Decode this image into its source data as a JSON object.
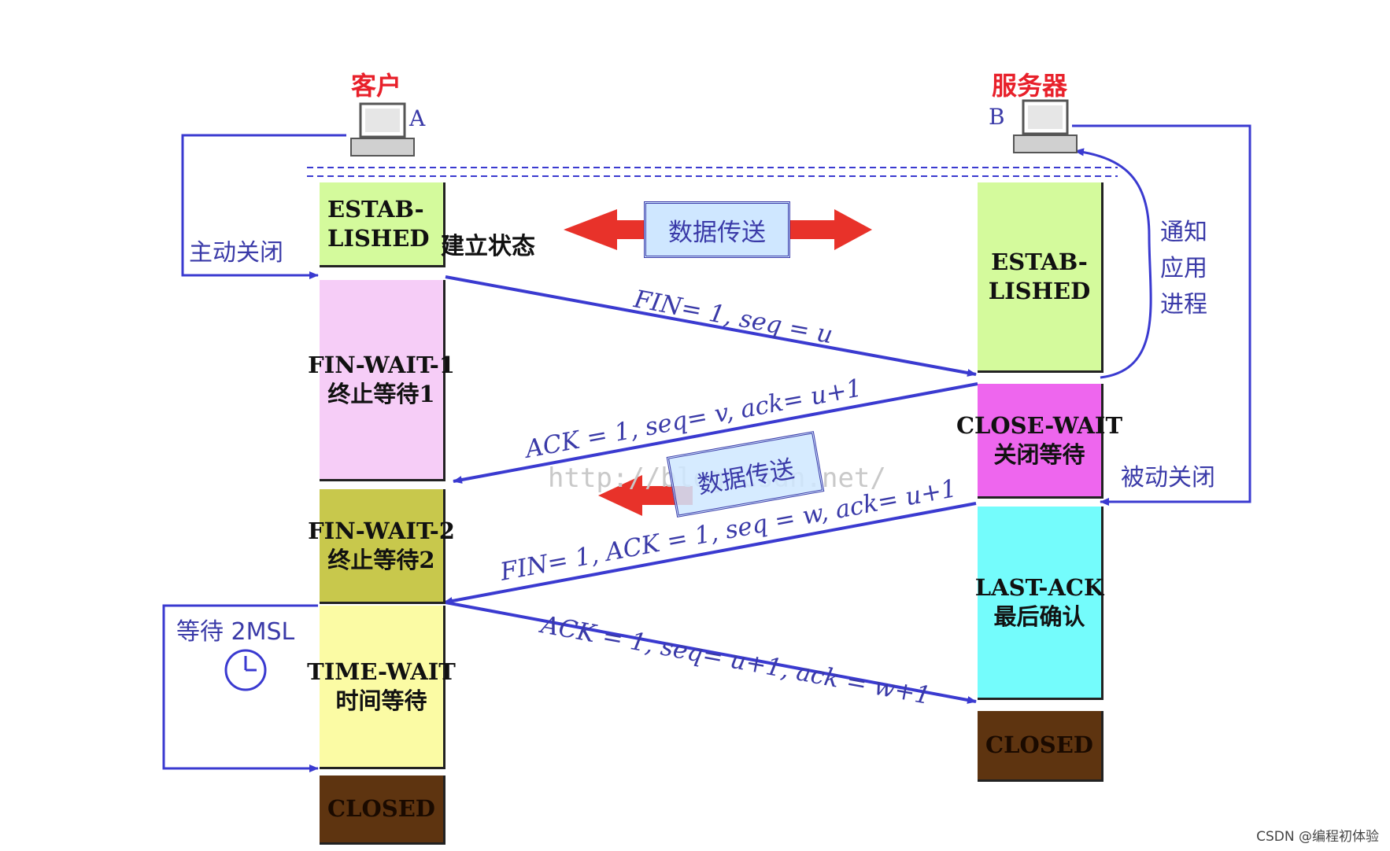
{
  "client": {
    "title": "客户",
    "host_label": "A"
  },
  "server": {
    "title": "服务器",
    "host_label": "B"
  },
  "client_states": {
    "established": {
      "line1": "ESTAB-",
      "line2": "LISHED",
      "suffix": "建立状态",
      "color": "#d4fa9c"
    },
    "fin_wait_1": {
      "line1": "FIN-WAIT-1",
      "line2": "终止等待1",
      "color": "#f6cdf7"
    },
    "fin_wait_2": {
      "line1": "FIN-WAIT-2",
      "line2": "终止等待2",
      "color": "#c8c84c"
    },
    "time_wait": {
      "line1": "TIME-WAIT",
      "line2": "时间等待",
      "color": "#fbfba4"
    },
    "closed": {
      "line1": "CLOSED",
      "color": "#5e3410"
    }
  },
  "server_states": {
    "established": {
      "line1": "ESTAB-",
      "line2": "LISHED",
      "color": "#d4fa9c"
    },
    "close_wait": {
      "line1": "CLOSE-WAIT",
      "line2": "关闭等待",
      "color": "#ee66ee"
    },
    "last_ack": {
      "line1": "LAST-ACK",
      "line2": "最后确认",
      "color": "#74fcfc"
    },
    "closed": {
      "line1": "CLOSED",
      "color": "#5e3410"
    }
  },
  "messages": {
    "fin1": "FIN= 1, seq = u",
    "ack1": "ACK = 1, seq= v, ack= u+1",
    "fin2": "FIN= 1, ACK = 1, seq = w, ack= u+1",
    "ack2": "ACK = 1, seq= u+1, ack = w+1"
  },
  "labels": {
    "active_close": "主动关闭",
    "passive_close": "被动关闭",
    "notify_app": [
      "通知",
      "应用",
      "进程"
    ],
    "wait_2msl": "等待 2MSL",
    "data_transfer_1": "数据传送",
    "data_transfer_2": "数据传送"
  },
  "watermark": "http://blog.csdn.net/",
  "credit": "CSDN @编程初体验",
  "colors": {
    "arrow_blue": "#3a3ad0",
    "data_arrow_red": "#e8322a"
  }
}
